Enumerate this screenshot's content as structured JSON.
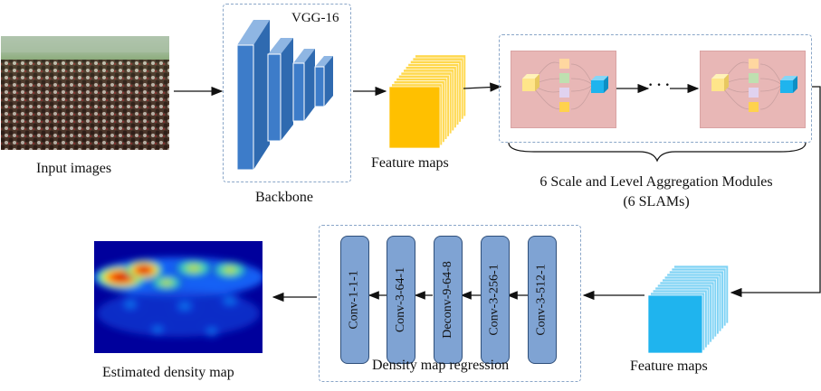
{
  "labels": {
    "input": "Input images",
    "vgg": "VGG-16",
    "backbone": "Backbone",
    "feature_maps_top": "Feature maps",
    "slams_line1": "6 Scale and Level Aggregation Modules",
    "slams_line2": "(6 SLAMs)",
    "feature_maps_bottom": "Feature maps",
    "density_regression": "Density map regression",
    "estimated": "Estimated density map",
    "ellipsis": "· · ·"
  },
  "conv_layers": [
    "Conv-1-1-1",
    "Conv-3-64-1",
    "Deconv-9-64-8",
    "Conv-3-256-1",
    "Conv-3-512-1"
  ],
  "colors": {
    "backbone_blue": "#3d7cc9",
    "feature_yellow": "#ffc000",
    "feature_cyan": "#1fb4ee",
    "slam_pink": "#e8b7b6",
    "conv_blue": "#7fa3d3",
    "dashed_border": "#8aa6c8"
  }
}
